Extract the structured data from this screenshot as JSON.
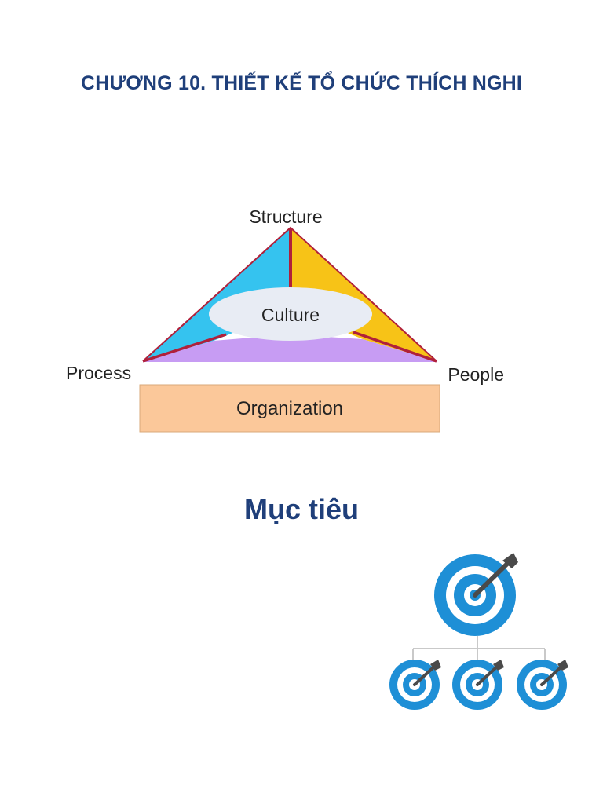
{
  "document": {
    "chapter_title": "CHƯƠNG 10. THIẾT KẾ TỔ CHỨC THÍCH NGHI",
    "section_heading": "Mục tiêu"
  },
  "diagram": {
    "vertices": {
      "top": "Structure",
      "left": "Process",
      "right": "People"
    },
    "center": "Culture",
    "base": "Organization",
    "colors": {
      "left_face": "#35c3ef",
      "right_face": "#f7c317",
      "bottom_face": "#c79cf3",
      "edges": "#b0203a",
      "center_fill": "#e8ecf4",
      "base_fill": "#fbc89a"
    }
  },
  "targets_icon": {
    "icon": "target-hierarchy-icon",
    "ring_color": "#1e8fd6",
    "arrow_color": "#4a4a4a",
    "connector_color": "#c9c9c9"
  }
}
